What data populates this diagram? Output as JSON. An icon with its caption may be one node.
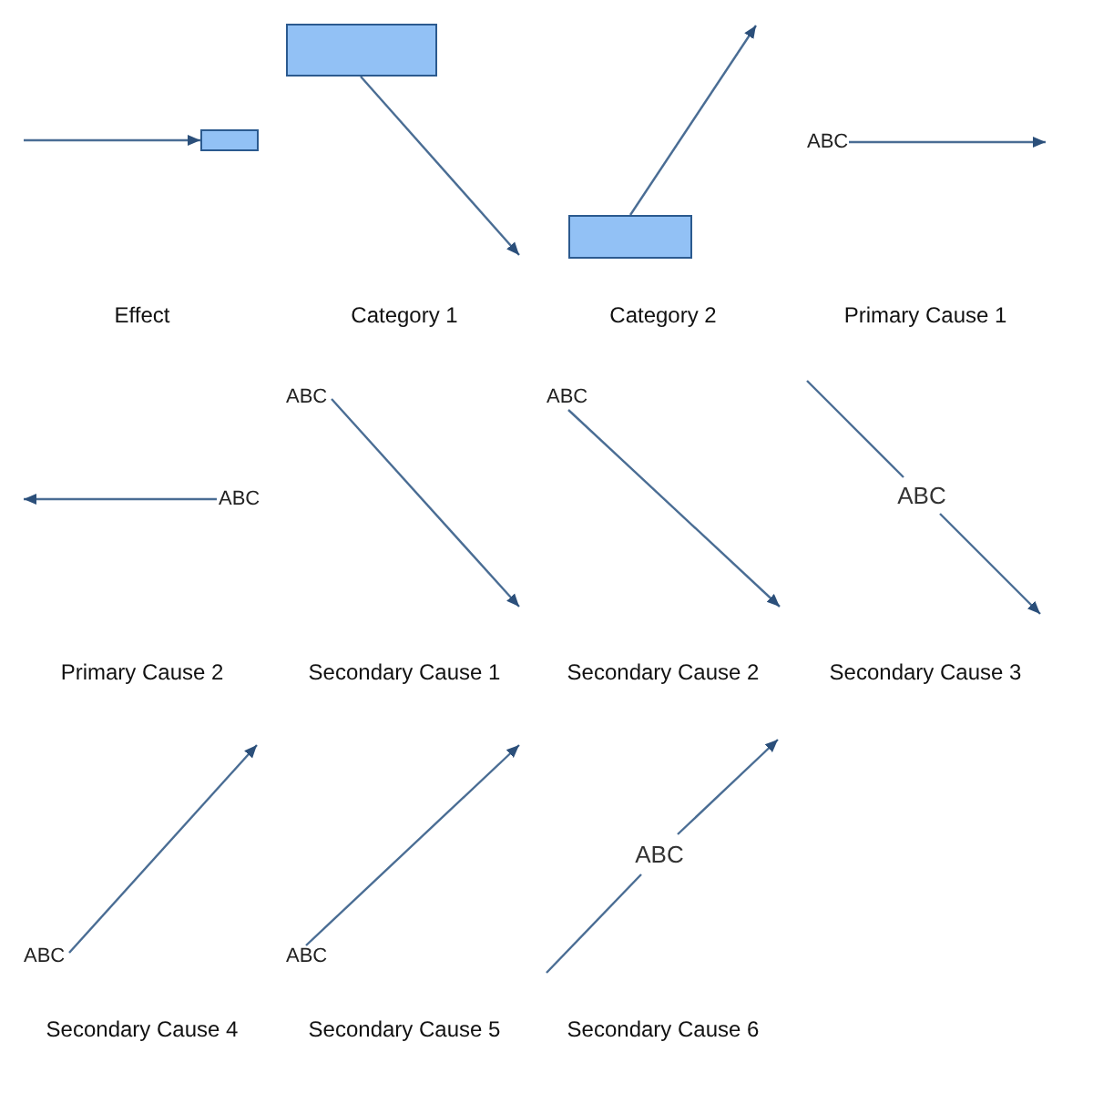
{
  "diagram": {
    "nodes": [
      {
        "text": [],
        "shape": "box"
      },
      {
        "text": [],
        "shape": "box"
      },
      {
        "text": [],
        "shape": "box"
      },
      {
        "text": [
          "ABC"
        ]
      },
      {
        "text": [
          "ABC"
        ]
      },
      {
        "text": [
          "ABC"
        ]
      },
      {
        "text": [
          "ABC"
        ]
      },
      {
        "text": [
          "ABC"
        ]
      },
      {
        "text": [
          "ABC"
        ]
      },
      {
        "text": [
          "ABC"
        ]
      },
      {
        "text": [
          "ABC"
        ]
      }
    ],
    "edges": [
      {
        "from": null,
        "to": 0,
        "arrow": "to"
      },
      {
        "from": 1,
        "to": null,
        "arrow": "to"
      },
      {
        "from": 2,
        "to": null,
        "arrow": "to"
      },
      {
        "from": 3,
        "to": null,
        "arrow": "to"
      },
      {
        "from": 4,
        "to": null,
        "arrow": "to"
      },
      {
        "from": 5,
        "to": null,
        "arrow": "to"
      },
      {
        "from": 6,
        "to": null,
        "arrow": "to"
      },
      {
        "from": null,
        "to": 7,
        "arrow": "none"
      },
      {
        "from": 7,
        "to": null,
        "arrow": "to"
      },
      {
        "from": 8,
        "to": null,
        "arrow": "to"
      },
      {
        "from": 9,
        "to": null,
        "arrow": "to"
      },
      {
        "from": null,
        "to": 10,
        "arrow": "none"
      },
      {
        "from": 10,
        "to": null,
        "arrow": "to"
      }
    ],
    "labels": [
      "Effect",
      "Category 1",
      "Category 2",
      "Primary Cause 1",
      "Primary Cause 2",
      "Secondary Cause 1",
      "Secondary Cause 2",
      "Secondary Cause 3",
      "Secondary Cause 4",
      "Secondary Cause 5",
      "Secondary Cause 6"
    ]
  }
}
